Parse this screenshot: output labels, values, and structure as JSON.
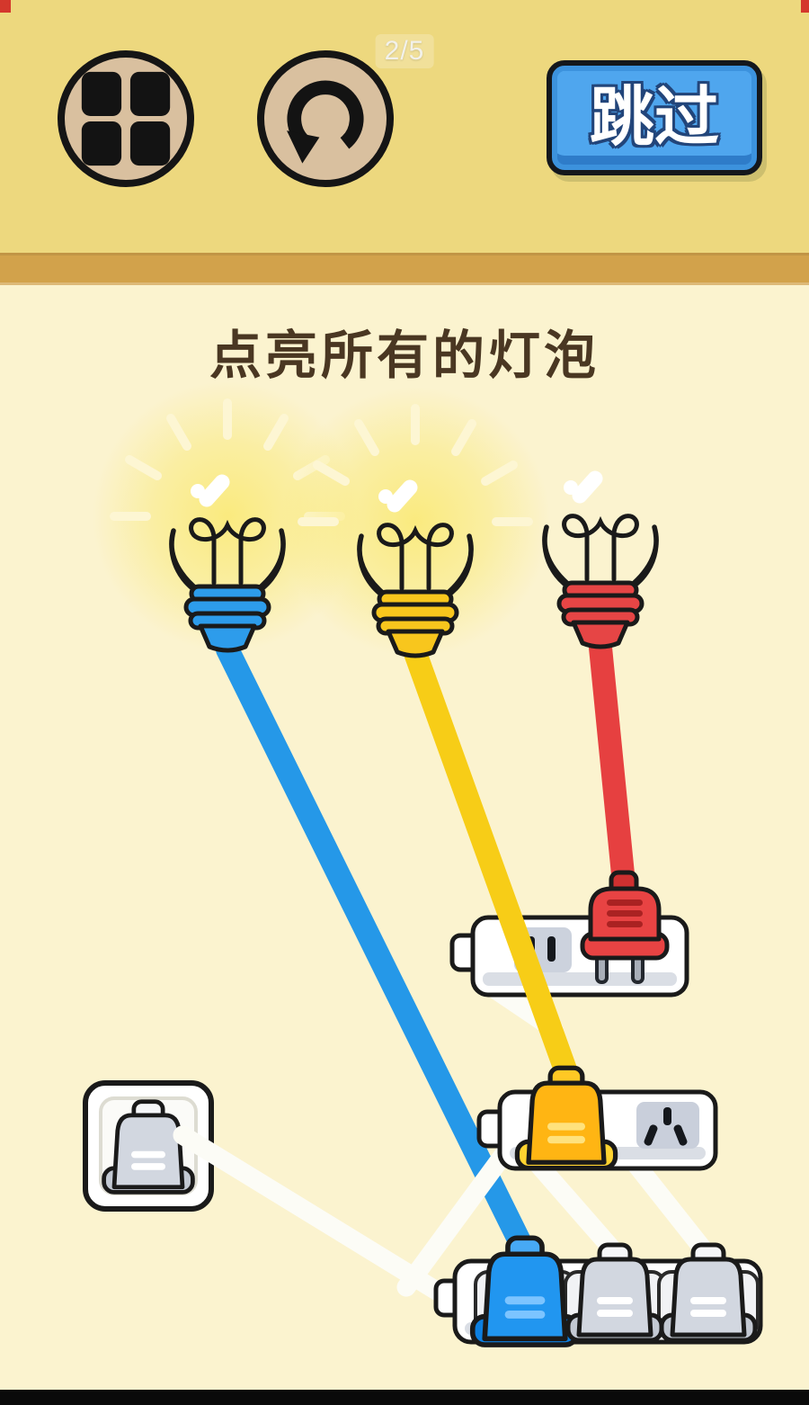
{
  "header": {
    "progress": "2/5",
    "skip_label": "跳过",
    "buttons": [
      {
        "name": "menu",
        "icon": "grid-icon"
      },
      {
        "name": "restart",
        "icon": "restart-arrow-icon"
      }
    ]
  },
  "title": "点亮所有的灯泡",
  "scene": {
    "bulbs": [
      {
        "id": "bulb-1",
        "state": "lit",
        "glass_color": "#f6ea41",
        "base_color": "#2d9ceb",
        "cord_color": "#2598e8",
        "cord_connected_to": "blue-plug-on-bottom-strip"
      },
      {
        "id": "bulb-2",
        "state": "lit",
        "glass_color": "#f6ea41",
        "base_color": "#f8c61d",
        "cord_color": "#f7cd17",
        "cord_connected_to": "yellow-plug-on-middle-strip"
      },
      {
        "id": "bulb-3",
        "state": "unlit",
        "glass_color": "#fcfcf8",
        "base_color": "#e64545",
        "cord_color": "#e64040",
        "cord_connected_to": "red-plug-hovering-over-top-strip"
      }
    ],
    "power_strips": [
      {
        "id": "top-strip",
        "socket_type": "2-slot socket on left",
        "plugs": [
          "red-plug hovering with prongs over right side"
        ]
      },
      {
        "id": "middle-strip",
        "socket_type": "3-pin socket on right",
        "plugs": [
          "yellow-plug plugged in left"
        ]
      },
      {
        "id": "bottom-strip",
        "socket_type": "3 plug positions",
        "plugs": [
          "blue-plug",
          "gray-plug",
          "gray-plug"
        ]
      }
    ],
    "wall_outlet": {
      "id": "wall-outlet",
      "plugs": [
        "gray-plug with white cable"
      ]
    },
    "white_cables_count": 5
  },
  "colors": {
    "topbar": "#edd87e",
    "divider": "#d2a24b",
    "background": "#fbf3cf",
    "button_tan": "#d9c09f",
    "skip_blue": "#4fa6ee",
    "title_brown": "#4a3722",
    "progress_text": "#f2f1ea",
    "black_bar": "#0a0a0a",
    "cord_blue": "#2598e8",
    "cord_yellow": "#f7cd17",
    "cord_red": "#e64040",
    "cable_white": "#fcfcf6",
    "strip_white": "#ffffff",
    "outline": "#1a1a1a"
  }
}
